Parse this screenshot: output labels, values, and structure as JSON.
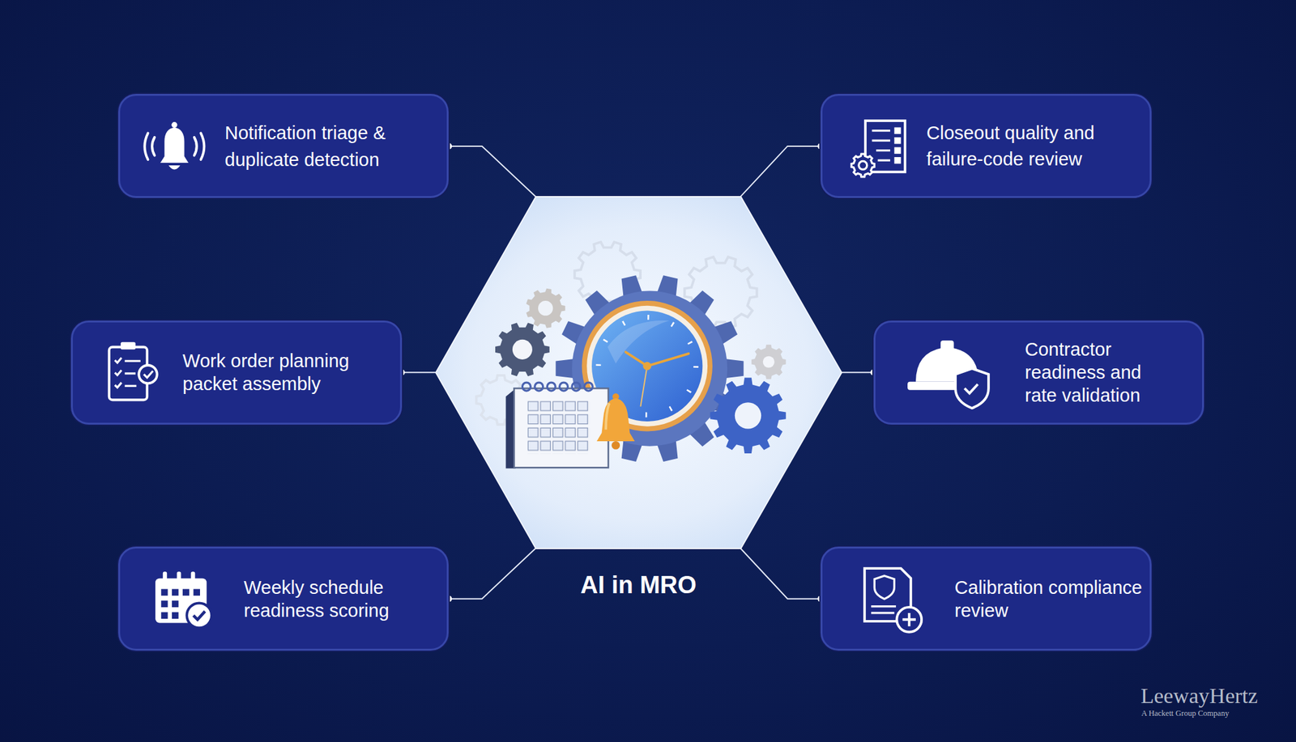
{
  "diagram": {
    "nodes": [
      {
        "text": [
          "AI in MRO"
        ]
      },
      {
        "text": [
          "Notification triage & duplicate detection"
        ]
      },
      {
        "text": [
          "Closeout quality and failure-code review"
        ]
      },
      {
        "text": [
          "Work order planning packet assembly"
        ]
      },
      {
        "text": [
          "Contractor readiness and rate validation"
        ]
      },
      {
        "text": [
          "Weekly schedule readiness scoring"
        ]
      },
      {
        "text": [
          "Calibration compliance review"
        ]
      }
    ],
    "edges": [
      {
        "from": 0,
        "to": 1,
        "arrow": "none"
      },
      {
        "from": 0,
        "to": 2,
        "arrow": "none"
      },
      {
        "from": 0,
        "to": 3,
        "arrow": "none"
      },
      {
        "from": 0,
        "to": 4,
        "arrow": "none"
      },
      {
        "from": 0,
        "to": 5,
        "arrow": "none"
      },
      {
        "from": 0,
        "to": 6,
        "arrow": "none"
      }
    ],
    "labels": [
      "LeewayHertz",
      "A Hackett Group Company"
    ]
  }
}
